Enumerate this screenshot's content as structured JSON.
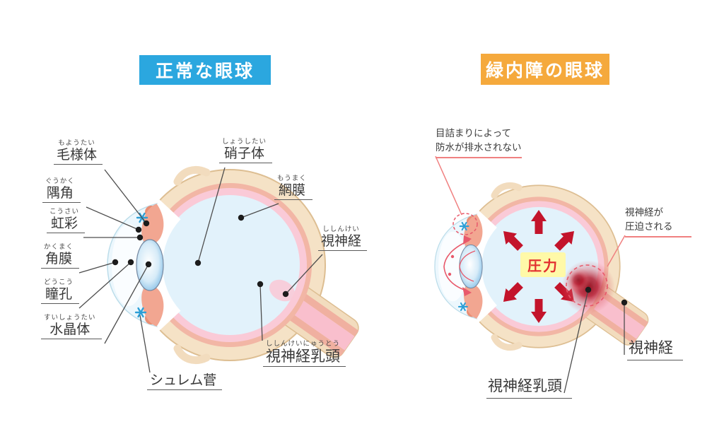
{
  "diagram": {
    "left": {
      "title": "正常な眼球",
      "labels": [
        {
          "furigana": "もようたい",
          "text": "毛様体"
        },
        {
          "furigana": "ぐうかく",
          "text": "隅角"
        },
        {
          "furigana": "こうさい",
          "text": "虹彩"
        },
        {
          "furigana": "かくまく",
          "text": "角膜"
        },
        {
          "furigana": "どうこう",
          "text": "瞳孔"
        },
        {
          "furigana": "すいしょうたい",
          "text": "水晶体"
        },
        {
          "furigana": "しょうしたい",
          "text": "硝子体"
        },
        {
          "furigana": "もうまく",
          "text": "網膜"
        },
        {
          "furigana": "ししんけい",
          "text": "視神経"
        },
        {
          "furigana": "ししんけいにゅうとう",
          "text": "視神経乳頭"
        },
        {
          "furigana": "",
          "text": "シュレム菅"
        }
      ]
    },
    "right": {
      "title": "緑内障の眼球",
      "annotations": {
        "clog_line1": "目詰まりによって",
        "clog_line2": "防水が排水されない",
        "compress_line1": "視神経が",
        "compress_line2": "圧迫される",
        "pressure": "圧力"
      },
      "labels": {
        "optic_disc": "視神経乳頭",
        "optic_nerve": "視神経"
      }
    },
    "colors": {
      "normal_title_bg": "#2BA7DF",
      "glaucoma_title_bg": "#F5A93C",
      "pressure_arrow_red": "#C3142B",
      "annotation_red": "#F08080",
      "pressure_text_red": "#E23030",
      "pressure_bg_yellow": "#FFF9A8",
      "sclera_tan": "#F5E2C6",
      "choroid_salmon": "#F2B6A5",
      "retina_pink": "#FACAD7",
      "vitreous_blue": "#E2F2FB",
      "lens_blue": "#549BD4",
      "schlemm_blue": "#2D9FD6"
    }
  }
}
